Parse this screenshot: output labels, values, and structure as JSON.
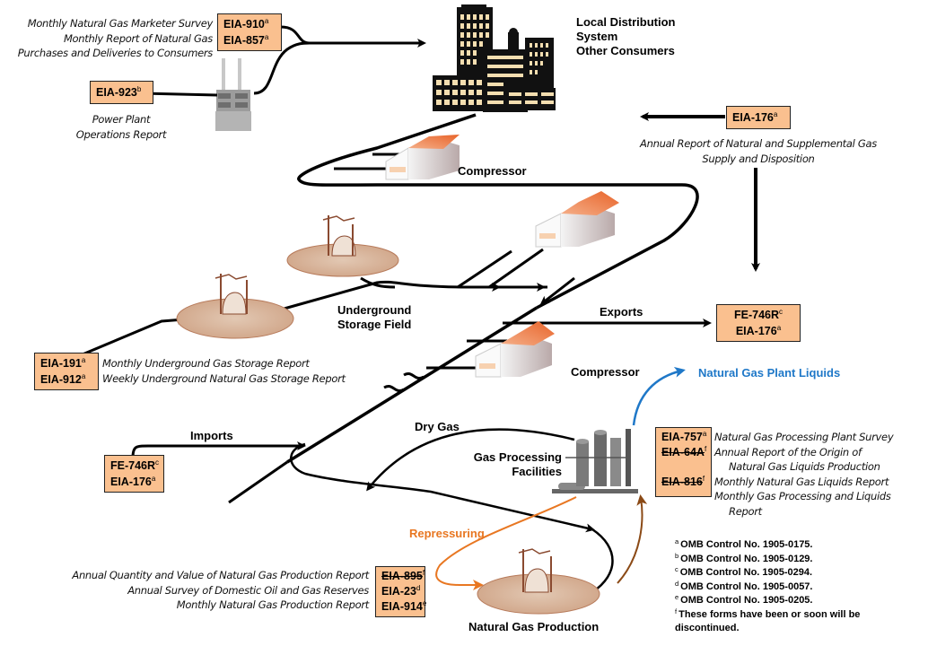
{
  "diagram": {
    "colors": {
      "form_box": "#FAC08F",
      "pipeline": "#000000",
      "ngl_blue": "#1F78C8",
      "repressuring_orange": "#E87722",
      "production_brown": "#8B4A16",
      "roof_orange": "#F07A3C"
    },
    "nodes": {
      "local_distribution": [
        "Local Distribution",
        "System",
        "Other Consumers"
      ],
      "compressor_top": "Compressor",
      "compressor_mid": "Compressor",
      "underground_storage": [
        "Underground",
        "Storage Field"
      ],
      "exports": "Exports",
      "imports": "Imports",
      "dry_gas": "Dry Gas",
      "gas_processing": [
        "Gas Processing",
        "Facilities"
      ],
      "ngl": "Natural Gas Plant Liquids",
      "repressuring": "Repressuring",
      "production": "Natural Gas Production"
    },
    "form_groups": {
      "consumers": {
        "forms": [
          {
            "code": "EIA-910",
            "note": "a",
            "discontinued": false
          },
          {
            "code": "EIA-857",
            "note": "a",
            "discontinued": false
          }
        ],
        "descriptions": [
          "Monthly Natural Gas Marketer Survey",
          "Monthly Report of Natural Gas",
          "Purchases and Deliveries to Consumers"
        ]
      },
      "power_plant": {
        "forms": [
          {
            "code": "EIA-923",
            "note": "b",
            "discontinued": false
          }
        ],
        "descriptions": [
          "Power Plant",
          "Operations Report"
        ]
      },
      "supply_disposition": {
        "forms": [
          {
            "code": "EIA-176",
            "note": "a",
            "discontinued": false
          }
        ],
        "descriptions": [
          "Annual Report of Natural and Supplemental Gas",
          "Supply and Disposition"
        ]
      },
      "exports": {
        "forms": [
          {
            "code": "FE-746R",
            "note": "c",
            "discontinued": false
          },
          {
            "code": "EIA-176",
            "note": "a",
            "discontinued": false
          }
        ]
      },
      "storage": {
        "forms": [
          {
            "code": "EIA-191",
            "note": "a",
            "discontinued": false
          },
          {
            "code": "EIA-912",
            "note": "a",
            "discontinued": false
          }
        ],
        "descriptions": [
          "Monthly Underground Gas Storage Report",
          "Weekly Underground Natural Gas Storage Report"
        ]
      },
      "imports": {
        "forms": [
          {
            "code": "FE-746R",
            "note": "c",
            "discontinued": false
          },
          {
            "code": "EIA-176",
            "note": "a",
            "discontinued": false
          }
        ]
      },
      "processing": {
        "forms": [
          {
            "code": "EIA-757",
            "note": "a",
            "discontinued": false
          },
          {
            "code": "EIA-64A",
            "note": "f",
            "discontinued": true
          },
          {
            "code": "EIA-816",
            "note": "f",
            "discontinued": true
          }
        ],
        "descriptions": [
          "Natural Gas Processing Plant Survey",
          "Annual Report of the Origin of",
          "Natural Gas Liquids Production",
          "Monthly Natural Gas Liquids Report",
          "Monthly Gas Processing and Liquids",
          "Report"
        ]
      },
      "production": {
        "forms": [
          {
            "code": "EIA-895",
            "note": "f",
            "discontinued": true
          },
          {
            "code": "EIA-23",
            "note": "d",
            "discontinued": false
          },
          {
            "code": "EIA-914",
            "note": "e",
            "discontinued": false
          }
        ],
        "descriptions": [
          "Annual Quantity and Value of Natural Gas Production Report",
          "Annual Survey of Domestic Oil and Gas Reserves",
          "Monthly Natural Gas Production Report"
        ]
      }
    },
    "footnotes": [
      {
        "mark": "a",
        "text": "OMB Control No. 1905-0175."
      },
      {
        "mark": "b",
        "text": "OMB Control No. 1905-0129."
      },
      {
        "mark": "c",
        "text": "OMB Control No. 1905-0294."
      },
      {
        "mark": "d",
        "text": "OMB Control No. 1905-0057."
      },
      {
        "mark": "e",
        "text": "OMB Control No. 1905-0205."
      },
      {
        "mark": "f",
        "text": "These forms have been or soon will be"
      },
      {
        "mark": "",
        "text": "discontinued."
      }
    ]
  }
}
